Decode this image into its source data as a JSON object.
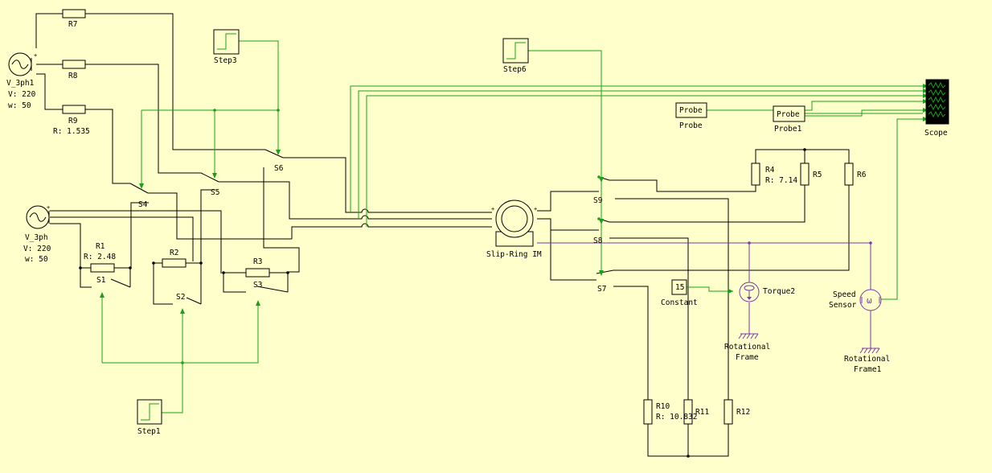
{
  "labels": {
    "v3ph1": "V_3ph1",
    "v3ph1_v": "V: 220",
    "v3ph1_w": "w: 50",
    "v3ph": "V_3ph",
    "v3ph_v": "V: 220",
    "v3ph_w": "w: 50",
    "r7": "R7",
    "r8": "R8",
    "r9": "R9",
    "r9_val": "R: 1.535",
    "r1": "R1",
    "r1_val": "R: 2.48",
    "r2": "R2",
    "r3": "R3",
    "r4": "R4",
    "r4_val": "R: 7.14",
    "r5": "R5",
    "r6": "R6",
    "r10": "R10",
    "r10_val": "R: 10.832",
    "r11": "R11",
    "r12": "R12",
    "s1": "S1",
    "s2": "S2",
    "s3": "S3",
    "s4": "S4",
    "s5": "S5",
    "s6": "S6",
    "s7": "S7",
    "s8": "S8",
    "s9": "S9",
    "step1": "Step1",
    "step3": "Step3",
    "step6": "Step6",
    "motor": "Slip-Ring IM",
    "probe_box": "Probe",
    "probe": "Probe",
    "probe1_box": "Probe",
    "probe1": "Probe1",
    "scope": "Scope",
    "constant_val": "15",
    "constant": "Constant",
    "torque2": "Torque2",
    "rot_frame": "Rotational",
    "rot_frame_2": "Frame",
    "speed_1": "Speed",
    "speed_2": "Sensor",
    "rot_frame1": "Rotational",
    "rot_frame1_2": "Frame1"
  },
  "colors": {
    "background": "#ffffcc",
    "electrical_wire": "#000000",
    "signal_wire": "#19a019",
    "mechanical_wire": "#7a3aa8"
  }
}
